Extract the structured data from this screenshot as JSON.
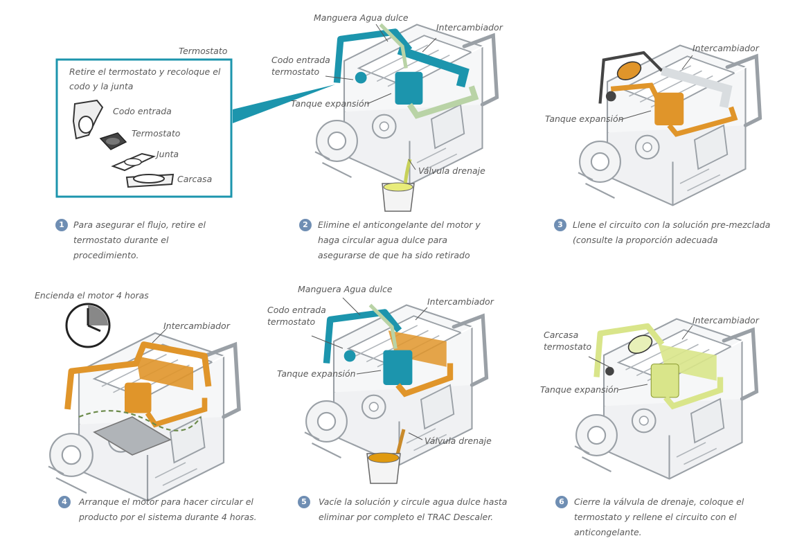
{
  "colors": {
    "teal": "#1c95ad",
    "orange": "#e0952a",
    "yellow_green": "#d9e58a",
    "green_pipe": "#b9d3a6",
    "step_circle": "#6f8eb3",
    "engine_line": "#8a8f96"
  },
  "panel1": {
    "callout_title": "Termostato",
    "box_text": "Retire el termostato y recoloque el codo y la junta",
    "parts": [
      "Codo entrada",
      "Termostato",
      "Junta",
      "Carcasa"
    ],
    "step_num": "1",
    "step_text": "Para asegurar el flujo, retire el termostato durante el procedimiento."
  },
  "panel2": {
    "labels": [
      "Manguera Agua dulce",
      "Intercambiador",
      "Codo entrada termostato",
      "Tanque expansión",
      "Válvula drenaje"
    ],
    "step_num": "2",
    "step_text": "Elimine el anticongelante del motor y haga circular agua dulce para asegurarse de que ha sido retirado"
  },
  "panel3": {
    "labels": [
      "Intercambiador",
      "Tanque expansión"
    ],
    "step_num": "3",
    "step_text": "Llene el circuito con la solución pre-mezclada (consulte la  proporción adecuada"
  },
  "panel4": {
    "labels": [
      "Encienda el motor 4 horas",
      "Intercambiador"
    ],
    "step_num": "4",
    "step_text": "Arranque el motor para hacer circular el producto por el sistema durante 4 horas."
  },
  "panel5": {
    "labels": [
      "Manguera Agua dulce",
      "Codo entrada termostato",
      "Intercambiador",
      "Tanque expansión",
      "Válvula drenaje"
    ],
    "step_num": "5",
    "step_text": "Vacíe la solución y circule agua dulce hasta eliminar por completo el TRAC Descaler."
  },
  "panel6": {
    "labels": [
      "Carcasa termostato",
      "Intercambiador",
      "Tanque expansión"
    ],
    "step_num": "6",
    "step_text": "Cierre la válvula de drenaje, coloque el termostato y rellene el circuito con el anticongelante."
  }
}
